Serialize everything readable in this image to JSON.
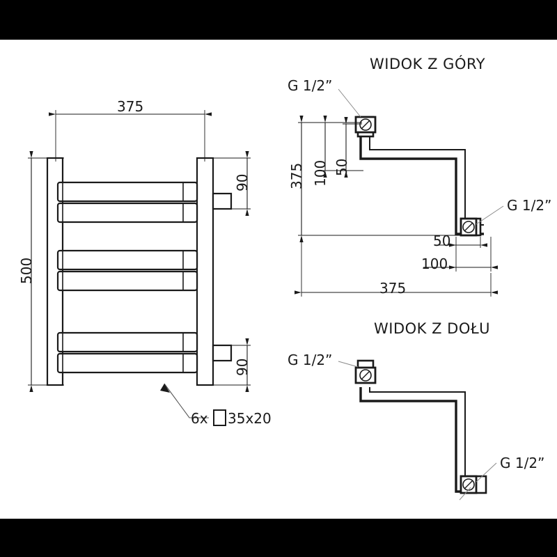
{
  "document": {
    "kind": "technical-drawing",
    "subject": "towel-radiator",
    "line_color": "#1a1a1a",
    "fill_color": "#ffffff",
    "band_color": "#000000"
  },
  "front_view": {
    "width_dim": "375",
    "height_dim": "500",
    "top_offset_dim": "90",
    "bottom_offset_dim": "90",
    "bar_note": "6x",
    "bar_profile_symbol": "square-profile-icon",
    "bar_size": "35x20"
  },
  "top_view": {
    "title": "WIDOK Z GÓRY",
    "thread_left": "G 1/2”",
    "thread_right": "G 1/2”",
    "vertical_total": "375",
    "vertical_100": "100",
    "vertical_50": "50",
    "horizontal_total": "375",
    "horizontal_100": "100",
    "horizontal_50": "50"
  },
  "bottom_view": {
    "title": "WIDOK Z DOŁU",
    "thread_left": "G 1/2”",
    "thread_right": "G 1/2”"
  }
}
